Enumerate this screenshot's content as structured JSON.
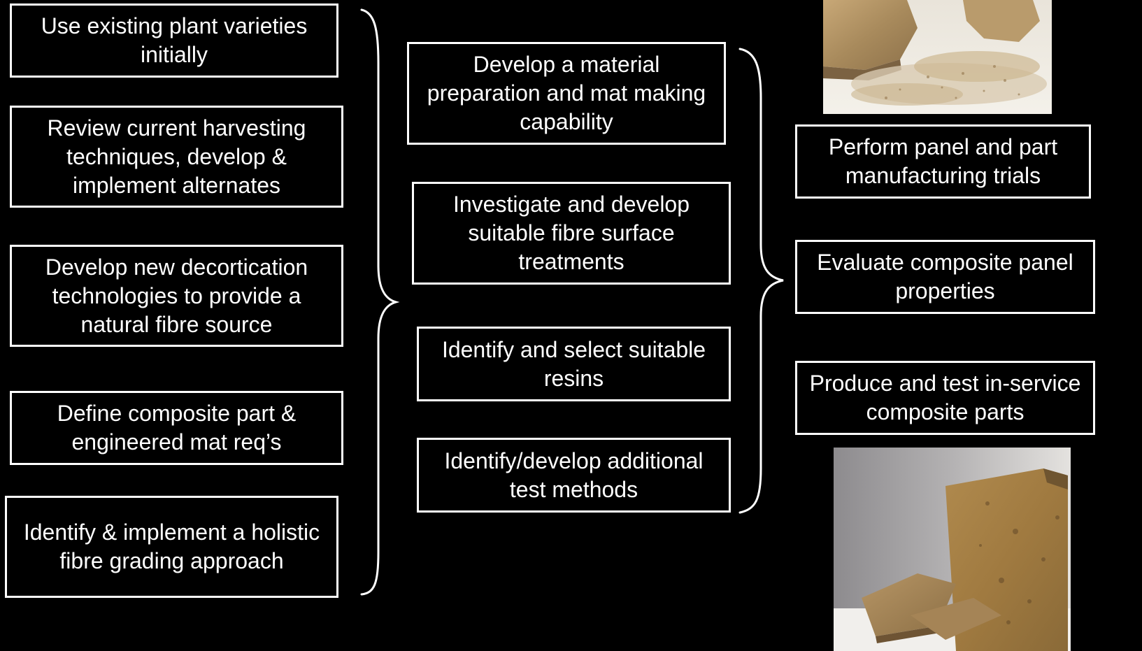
{
  "colors": {
    "background": "#000000",
    "box_border": "#ffffff",
    "text": "#ffffff"
  },
  "column_left": {
    "items": [
      "Use existing plant varieties initially",
      "Review current harvesting techniques, develop & implement alternates",
      "Develop new decortication technologies to provide a natural fibre source",
      "Define composite part & engineered mat req’s",
      "Identify & implement a holistic fibre grading approach"
    ]
  },
  "column_middle": {
    "items": [
      "Develop a material preparation and mat making capability",
      "Investigate and develop suitable fibre surface treatments",
      "Identify and select suitable resins",
      "Identify/develop additional test methods"
    ]
  },
  "column_right": {
    "items": [
      "Perform panel and part manufacturing trials",
      "Evaluate composite panel properties",
      "Produce and test in-service composite parts"
    ]
  },
  "photos": {
    "top": "fibre-mat-sample-photo",
    "bottom": "composite-panel-samples-photo"
  }
}
